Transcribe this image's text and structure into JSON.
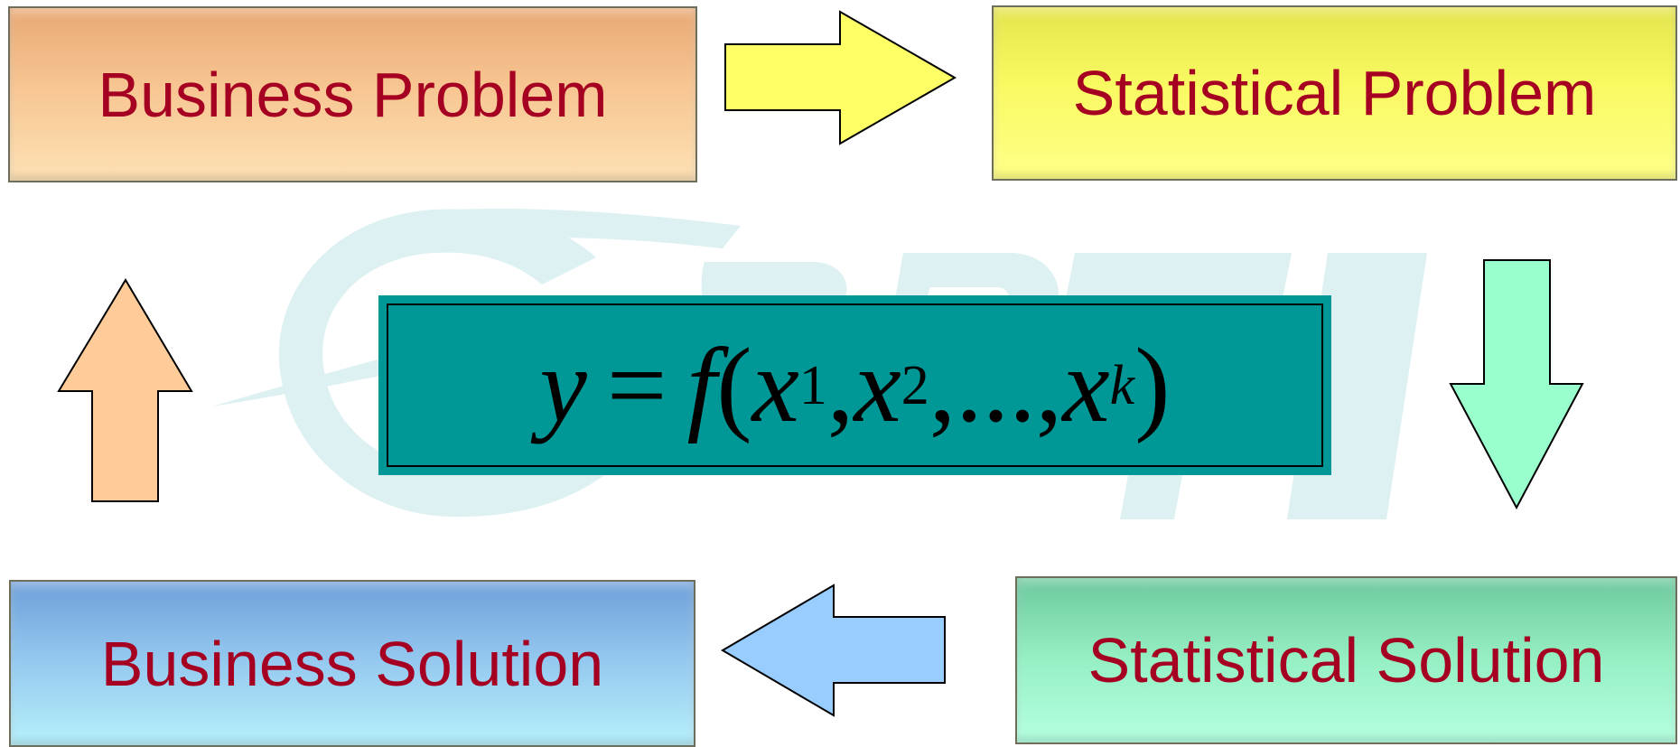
{
  "boxes": {
    "business_problem": "Business Problem",
    "statistical_problem": "Statistical Problem",
    "business_solution": "Business Solution",
    "statistical_solution": "Statistical Solution"
  },
  "formula": {
    "lhs": "y",
    "equals": "=",
    "func": "f",
    "open_paren": "(",
    "var": "x",
    "sub1": "1",
    "sub2": "2",
    "ellipsis": "...",
    "subk": "k",
    "close_paren": ")",
    "comma": ","
  },
  "colors": {
    "label_text": "#a50021",
    "formula_bg": "#009797",
    "watermark": "#ddf0f2",
    "arrow_right": "#ffff66",
    "arrow_down": "#99ffcc",
    "arrow_left": "#99ccff",
    "arrow_up": "#ffcc99"
  },
  "icons": {
    "watermark": "csbti-logo-watermark",
    "arrow_right": "right-arrow-icon",
    "arrow_down": "down-arrow-icon",
    "arrow_left": "left-arrow-icon",
    "arrow_up": "up-arrow-icon"
  }
}
